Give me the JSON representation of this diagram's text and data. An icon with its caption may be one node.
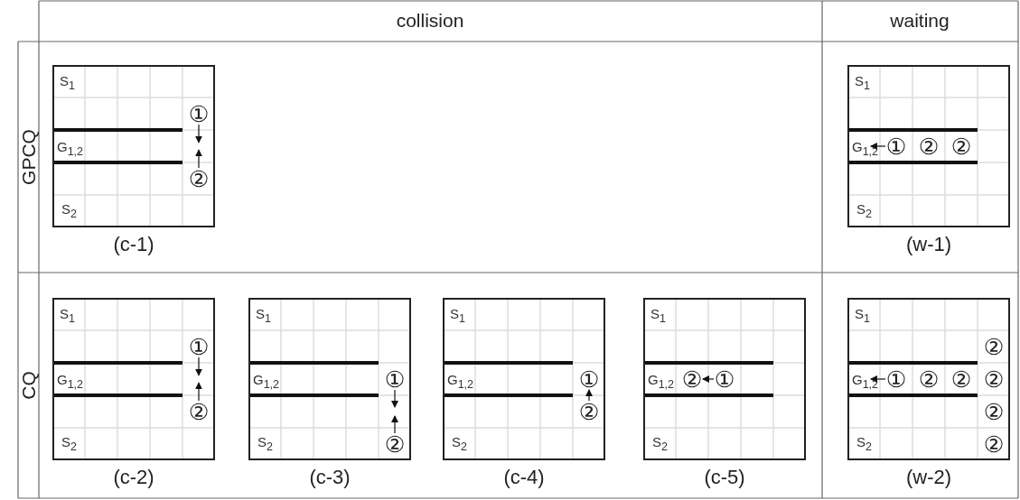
{
  "diagram": {
    "nodes": [
      {
        "text": [
          "S$_{1}$",
          "G$_{1,2}$",
          "S$_{2}$"
        ],
        "beside": [
          "(c-1)"
        ]
      },
      {
        "text": [
          "①"
        ],
        "in": 0
      },
      {
        "text": [
          "②"
        ],
        "in": 0
      },
      {
        "text": [
          "S$_{1}$",
          "G$_{1,2}$",
          "S$_{2}$"
        ],
        "beside": [
          "(w-1)"
        ]
      },
      {
        "text": [
          "①"
        ],
        "in": 3
      },
      {
        "text": [
          "②"
        ],
        "in": 3
      },
      {
        "text": [
          "②"
        ],
        "in": 3
      },
      {
        "text": [
          "S$_{1}$",
          "G$_{1,2}$",
          "S$_{2}$"
        ],
        "beside": [
          "(c-2)"
        ]
      },
      {
        "text": [
          "①"
        ],
        "in": 7
      },
      {
        "text": [
          "②"
        ],
        "in": 7
      },
      {
        "text": [
          "S$_{1}$",
          "G$_{1,2}$",
          "S$_{2}$"
        ],
        "beside": [
          "(c-3)"
        ]
      },
      {
        "text": [
          "①"
        ],
        "in": 10
      },
      {
        "text": [
          "②"
        ],
        "in": 10
      },
      {
        "text": [
          "S$_{1}$",
          "G$_{1,2}$",
          "S$_{2}$"
        ],
        "beside": [
          "(c-4)"
        ]
      },
      {
        "text": [
          "①"
        ],
        "in": 13
      },
      {
        "text": [
          "②"
        ],
        "in": 13
      },
      {
        "text": [
          "S$_{1}$",
          "G$_{1,2}$",
          "S$_{2}$"
        ],
        "beside": [
          "(c-5)"
        ]
      },
      {
        "text": [
          "②"
        ],
        "in": 16
      },
      {
        "text": [
          "①"
        ],
        "in": 16
      },
      {
        "text": [
          "S$_{1}$",
          "G$_{1,2}$",
          "S$_{2}$"
        ],
        "beside": [
          "(w-2)"
        ]
      },
      {
        "text": [
          "②"
        ],
        "in": 19
      },
      {
        "text": [
          "①"
        ],
        "in": 19
      },
      {
        "text": [
          "②"
        ],
        "in": 19
      },
      {
        "text": [
          "②"
        ],
        "in": 19
      },
      {
        "text": [
          "②"
        ],
        "in": 19
      },
      {
        "text": [
          "②"
        ],
        "in": 19
      },
      {
        "text": [
          "②"
        ],
        "in": 19
      }
    ],
    "edges": [
      {
        "from": 1,
        "to": null,
        "arrow": "to"
      },
      {
        "from": 2,
        "to": null,
        "arrow": "to"
      },
      {
        "from": 4,
        "to": null,
        "arrow": "to"
      },
      {
        "from": 8,
        "to": null,
        "arrow": "to"
      },
      {
        "from": 9,
        "to": null,
        "arrow": "to"
      },
      {
        "from": 11,
        "to": null,
        "arrow": "to"
      },
      {
        "from": 12,
        "to": null,
        "arrow": "to"
      },
      {
        "from": 15,
        "to": 14,
        "arrow": "to"
      },
      {
        "from": 18,
        "to": 17,
        "arrow": "to"
      },
      {
        "from": 21,
        "to": null,
        "arrow": "to"
      }
    ],
    "labels": [
      "collision",
      "waiting",
      "GPCQ",
      "CQ"
    ]
  }
}
